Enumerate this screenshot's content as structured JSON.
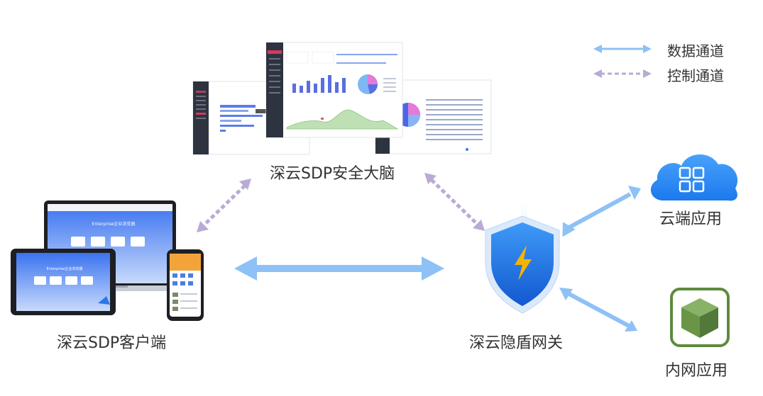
{
  "legend": {
    "data_channel": "数据通道",
    "control_channel": "控制通道"
  },
  "nodes": {
    "brain": "深云SDP安全大脑",
    "client": "深云SDP客户端",
    "gateway": "深云隐盾网关",
    "cloud_app": "云端应用",
    "intranet_app": "内网应用"
  },
  "screens": {
    "laptop_title": "Enterprise企业浏览器",
    "tablet_title": "Enterprise企业浏览器"
  },
  "colors": {
    "data_arrow": "#8ec1f5",
    "control_arrow": "#b9abd4",
    "cloud_blue": "#2b8cf2",
    "shield_blue": "#1f74e6",
    "bolt": "#f5b400",
    "box_green": "#5e8a3e"
  }
}
